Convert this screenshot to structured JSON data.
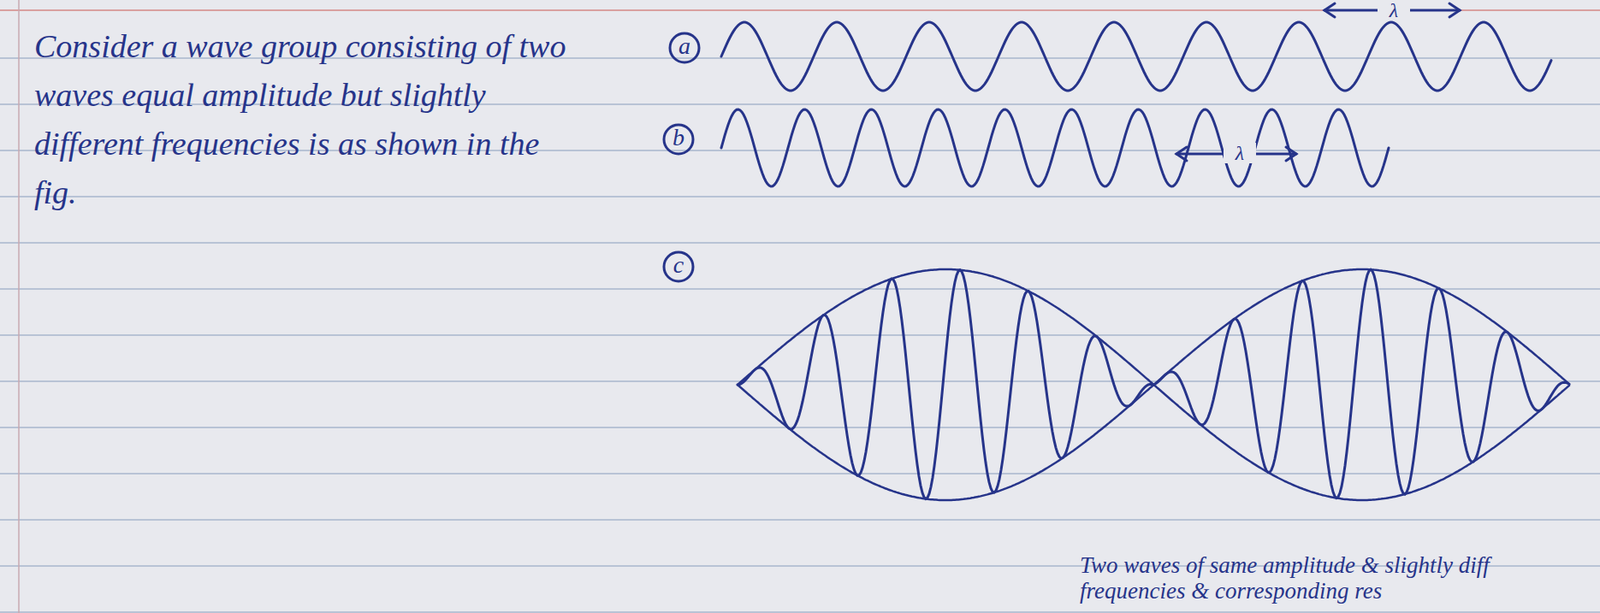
{
  "diagram": {
    "labels": [
      "Consider a wave group consisting of two waves equal amplitude but slightly different frequencies is as shown in the fig.",
      "a",
      "b",
      "c",
      "λ",
      "λ",
      "Two waves of same amplitude & slightly diff frequencies & corresponding res"
    ]
  }
}
